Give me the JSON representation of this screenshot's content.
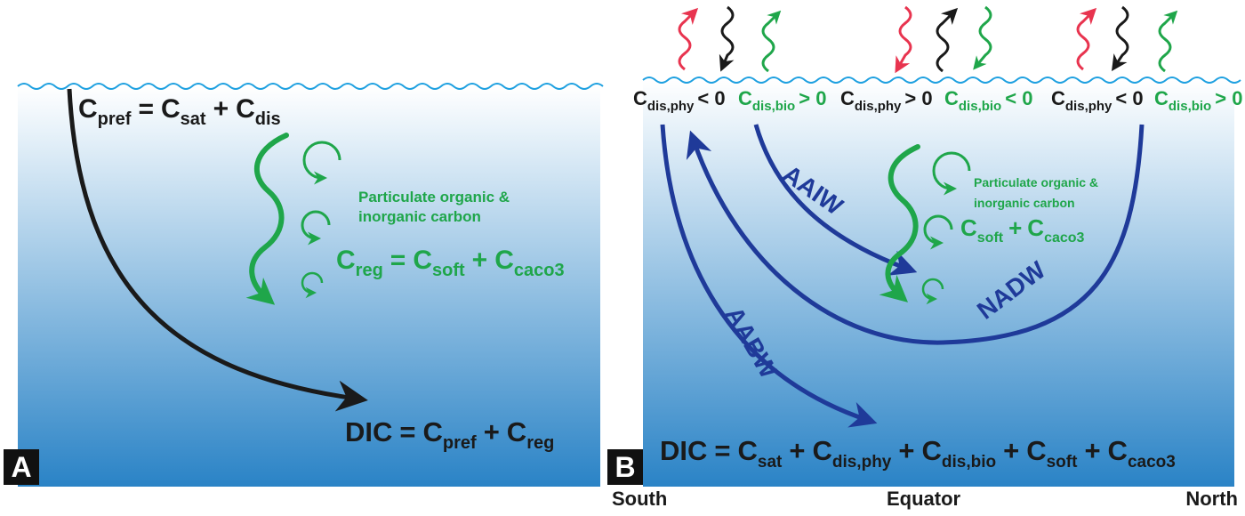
{
  "panel_a": {
    "label": "A",
    "equations": {
      "pref": {
        "lhs": "C",
        "lhs_sub": "pref",
        "eq": "=",
        "t1": "C",
        "t1_sub": "sat",
        "plus": "+",
        "t2": "C",
        "t2_sub": "dis"
      },
      "reg": {
        "lhs": "C",
        "lhs_sub": "reg",
        "eq": "=",
        "t1": "C",
        "t1_sub": "soft",
        "plus": "+",
        "t2": "C",
        "t2_sub": "caco3"
      },
      "dic": {
        "lhs": "DIC",
        "eq": "=",
        "t1": "C",
        "t1_sub": "pref",
        "plus": "+",
        "t2": "C",
        "t2_sub": "reg"
      }
    },
    "particulate_line1": "Particulate organic &",
    "particulate_line2": "inorganic carbon"
  },
  "panel_b": {
    "label": "B",
    "surface_terms": [
      {
        "c": "C",
        "sub": "dis,phy",
        "rel": "< 0",
        "color": "#1a1a1a"
      },
      {
        "c": "C",
        "sub": "dis,bio",
        "rel": "> 0",
        "color": "#1fa64a"
      },
      {
        "c": "C",
        "sub": "dis,phy",
        "rel": "> 0",
        "color": "#1a1a1a"
      },
      {
        "c": "C",
        "sub": "dis,bio",
        "rel": "< 0",
        "color": "#1fa64a"
      },
      {
        "c": "C",
        "sub": "dis,phy",
        "rel": "< 0",
        "color": "#1a1a1a"
      },
      {
        "c": "C",
        "sub": "dis,bio",
        "rel": "> 0",
        "color": "#1fa64a"
      }
    ],
    "water_masses": {
      "aaiw": "AAIW",
      "nadw": "NADW",
      "aabw": "AABW"
    },
    "particulate_line1": "Particulate organic &",
    "particulate_line2": "inorganic carbon",
    "soft_eq": {
      "t1": "C",
      "t1_sub": "soft",
      "plus": "+",
      "t2": "C",
      "t2_sub": "caco3"
    },
    "dic_eq": {
      "lhs": "DIC",
      "eq": "=",
      "terms": [
        {
          "c": "C",
          "sub": "sat"
        },
        {
          "c": "C",
          "sub": "dis,phy"
        },
        {
          "c": "C",
          "sub": "dis,bio"
        },
        {
          "c": "C",
          "sub": "soft"
        },
        {
          "c": "C",
          "sub": "caco3"
        }
      ],
      "plus": "+"
    },
    "axis_labels": {
      "south": "South",
      "equator": "Equator",
      "north": "North"
    }
  },
  "colors": {
    "ocean_top": "#ffffff",
    "ocean_bottom": "#2a83c6",
    "surface_wave": "#1ea0e0",
    "green": "#1fa64a",
    "navy": "#1f3a99",
    "red": "#e8344f",
    "black": "#1a1a1a"
  }
}
